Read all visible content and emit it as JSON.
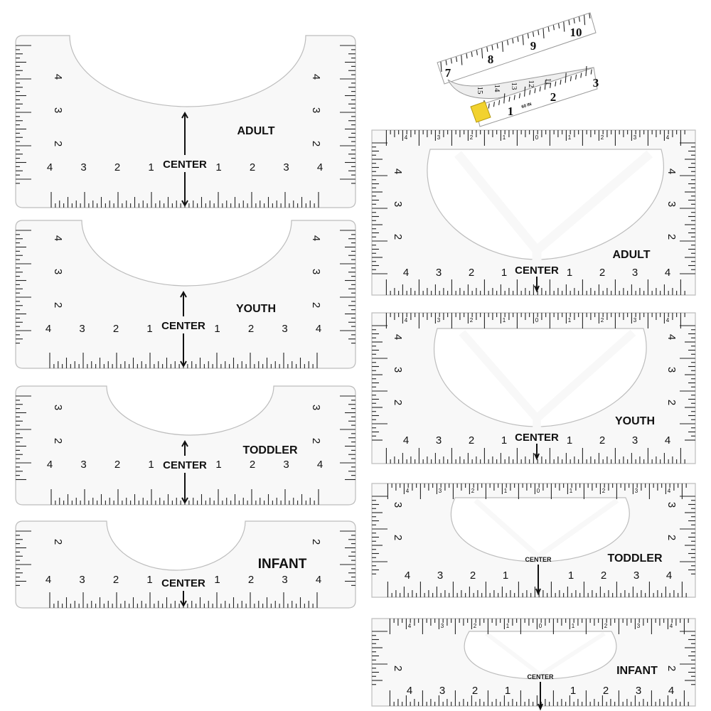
{
  "left_rulers": [
    {
      "size": "ADULT",
      "center": "CENTER",
      "scale": [
        "4",
        "3",
        "2",
        "1",
        "1",
        "2",
        "3",
        "4"
      ],
      "side_scale": [
        "2",
        "3",
        "4"
      ]
    },
    {
      "size": "YOUTH",
      "center": "CENTER",
      "scale": [
        "4",
        "3",
        "2",
        "1",
        "1",
        "2",
        "3",
        "4"
      ],
      "side_scale": [
        "2",
        "3",
        "4"
      ]
    },
    {
      "size": "TODDLER",
      "center": "CENTER",
      "scale": [
        "4",
        "3",
        "2",
        "1",
        "1",
        "2",
        "3",
        "4"
      ],
      "side_scale": [
        "2",
        "3"
      ]
    },
    {
      "size": "INFANT",
      "center": "CENTER",
      "scale": [
        "4",
        "3",
        "2",
        "1",
        "1",
        "2",
        "3",
        "4"
      ],
      "side_scale": [
        "2"
      ]
    }
  ],
  "right_rulers": [
    {
      "size": "ADULT",
      "center": "CENTER",
      "scale": [
        "4",
        "3",
        "2",
        "1",
        "1",
        "2",
        "3",
        "4"
      ],
      "top_scale": [
        "4",
        "3",
        "2",
        "1",
        "0",
        "1",
        "2",
        "3",
        "4"
      ],
      "side_scale": [
        "2",
        "3",
        "4"
      ]
    },
    {
      "size": "YOUTH",
      "center": "CENTER",
      "scale": [
        "4",
        "3",
        "2",
        "1",
        "1",
        "2",
        "3",
        "4"
      ],
      "top_scale": [
        "4",
        "3",
        "2",
        "1",
        "0",
        "1",
        "2",
        "3",
        "4"
      ],
      "side_scale": [
        "2",
        "3",
        "4"
      ]
    },
    {
      "size": "TODDLER",
      "center": "CENTER",
      "scale": [
        "4",
        "3",
        "2",
        "1",
        "1",
        "2",
        "3",
        "4"
      ],
      "top_scale": [
        "4",
        "3",
        "2",
        "1",
        "0",
        "1",
        "2",
        "3",
        "4"
      ],
      "side_scale": [
        "2",
        "3"
      ]
    },
    {
      "size": "INFANT",
      "center": "CENTER",
      "scale": [
        "4",
        "3",
        "2",
        "1",
        "1",
        "2",
        "3",
        "4"
      ],
      "top_scale": [
        "4",
        "3",
        "2",
        "1",
        "0",
        "1",
        "2",
        "3",
        "4"
      ],
      "side_scale": [
        "2"
      ]
    }
  ],
  "tape_measure": {
    "upper_numbers": [
      "7",
      "8",
      "9",
      "10"
    ],
    "middle_numbers": [
      "15",
      "14",
      "13",
      "12",
      "11"
    ],
    "lower_numbers": [
      "1",
      "2",
      "3"
    ],
    "unit_label": "60 IN",
    "tip_color": "#f2d22e"
  },
  "colors": {
    "ruler_fill": "#f8f8f8",
    "ruler_edge": "#bdbdbd",
    "ink": "#111111"
  }
}
